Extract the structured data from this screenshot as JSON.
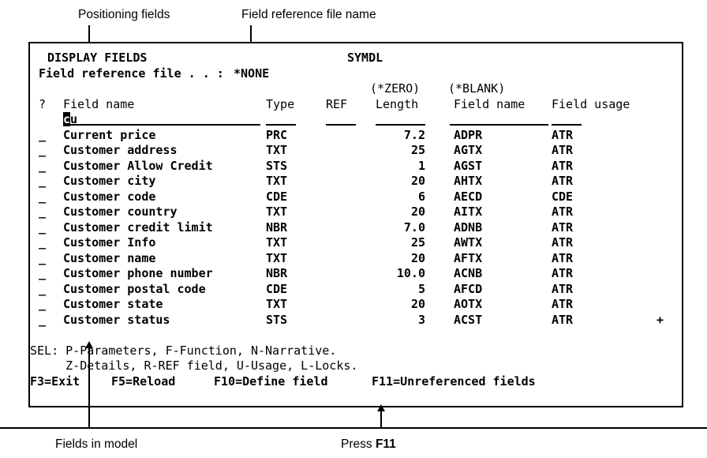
{
  "annotations": {
    "top": [
      {
        "text": "Positioning fields"
      },
      {
        "text": "Field reference file name"
      }
    ],
    "bottom": [
      {
        "text": "Fields in model"
      },
      {
        "text_prefix": "Press ",
        "text_bold": "F11"
      }
    ]
  },
  "terminal": {
    "title": "DISPLAY FIELDS",
    "model_name": "SYMDL",
    "fieldref_label": "Field reference file . . :",
    "fieldref_value": "*NONE",
    "group_headers": {
      "zero": "(*ZERO)",
      "blank": "(*BLANK)"
    },
    "columns": {
      "select": "?",
      "field_name": "Field name",
      "type": "Type",
      "ref": "REF",
      "length": "Length",
      "ref_field_name": "Field name",
      "field_usage": "Field usage"
    },
    "position_field": {
      "cursor_char": "c",
      "rest": "u"
    },
    "select_char": "_",
    "more_indicator": "+",
    "rows": [
      {
        "sel": "_",
        "name": "Current price",
        "type": "PRC",
        "ref": "",
        "length": "7.2",
        "ref_name": "ADPR",
        "usage": "ATR"
      },
      {
        "sel": "_",
        "name": "Customer address",
        "type": "TXT",
        "ref": "",
        "length": "25",
        "ref_name": "AGTX",
        "usage": "ATR"
      },
      {
        "sel": "_",
        "name": "Customer Allow Credit",
        "type": "STS",
        "ref": "",
        "length": "1",
        "ref_name": "AGST",
        "usage": "ATR"
      },
      {
        "sel": "_",
        "name": "Customer city",
        "type": "TXT",
        "ref": "",
        "length": "20",
        "ref_name": "AHTX",
        "usage": "ATR"
      },
      {
        "sel": "_",
        "name": "Customer code",
        "type": "CDE",
        "ref": "",
        "length": "6",
        "ref_name": "AECD",
        "usage": "CDE"
      },
      {
        "sel": "_",
        "name": "Customer country",
        "type": "TXT",
        "ref": "",
        "length": "20",
        "ref_name": "AITX",
        "usage": "ATR"
      },
      {
        "sel": "_",
        "name": "Customer credit limit",
        "type": "NBR",
        "ref": "",
        "length": "7.0",
        "ref_name": "ADNB",
        "usage": "ATR"
      },
      {
        "sel": "_",
        "name": "Customer Info",
        "type": "TXT",
        "ref": "",
        "length": "25",
        "ref_name": "AWTX",
        "usage": "ATR"
      },
      {
        "sel": "_",
        "name": "Customer name",
        "type": "TXT",
        "ref": "",
        "length": "20",
        "ref_name": "AFTX",
        "usage": "ATR"
      },
      {
        "sel": "_",
        "name": "Customer phone number",
        "type": "NBR",
        "ref": "",
        "length": "10.0",
        "ref_name": "ACNB",
        "usage": "ATR"
      },
      {
        "sel": "_",
        "name": "Customer postal code",
        "type": "CDE",
        "ref": "",
        "length": "5",
        "ref_name": "AFCD",
        "usage": "ATR"
      },
      {
        "sel": "_",
        "name": "Customer state",
        "type": "TXT",
        "ref": "",
        "length": "20",
        "ref_name": "AOTX",
        "usage": "ATR"
      },
      {
        "sel": "_",
        "name": "Customer status",
        "type": "STS",
        "ref": "",
        "length": "3",
        "ref_name": "ACST",
        "usage": "ATR",
        "more": "+"
      }
    ],
    "sel_legend": [
      "SEL: P-Parameters, F-Function, N-Narrative.",
      "     Z-Details, R-REF field, U-Usage, L-Locks."
    ],
    "function_keys": [
      {
        "key": "F3",
        "label": "F3=Exit"
      },
      {
        "key": "F5",
        "label": "F5=Reload"
      },
      {
        "key": "F10",
        "label": "F10=Define field"
      },
      {
        "key": "F11",
        "label": "F11=Unreferenced fields"
      }
    ]
  }
}
